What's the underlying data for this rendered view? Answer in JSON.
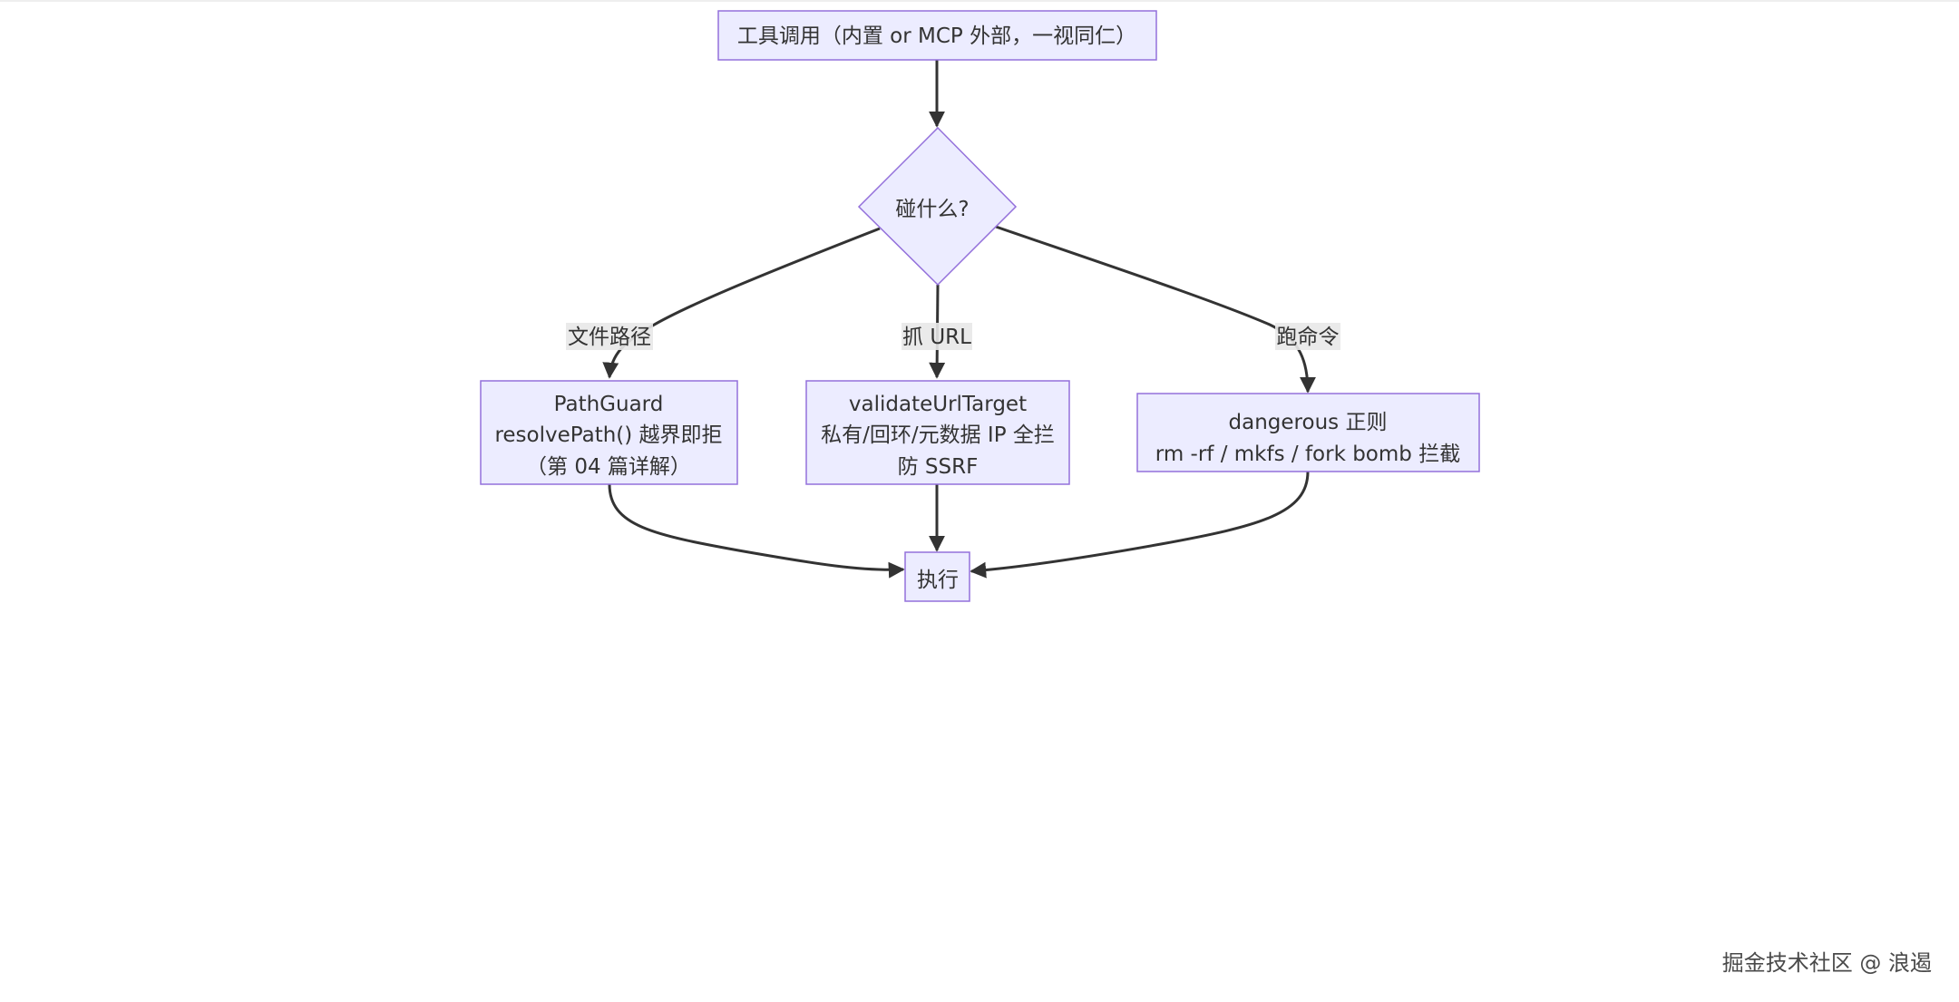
{
  "diagram": {
    "nodes": {
      "tool_call": {
        "label": "工具调用（内置 or MCP 外部，一视同仁）"
      },
      "decision": {
        "label": "碰什么?"
      },
      "path_guard": {
        "lines": [
          "PathGuard",
          "resolvePath() 越界即拒",
          "（第 04 篇详解）"
        ]
      },
      "validate_url": {
        "lines": [
          "validateUrlTarget",
          "私有/回环/元数据 IP 全拦",
          "防 SSRF"
        ]
      },
      "dangerous": {
        "lines": [
          "dangerous 正则",
          "rm -rf / mkfs / fork bomb 拦截"
        ]
      },
      "execute": {
        "label": "执行"
      }
    },
    "edges": {
      "file_path": {
        "label": "文件路径"
      },
      "fetch_url": {
        "label": "抓 URL"
      },
      "run_command": {
        "label": "跑命令"
      }
    },
    "colors": {
      "node_fill": "#ECECFF",
      "node_stroke": "#9370DB",
      "edge_stroke": "#333333",
      "label_bg": "#E8E8E8",
      "text": "#333333"
    }
  },
  "watermark": {
    "text": "掘金技术社区 @ 浪遏"
  }
}
